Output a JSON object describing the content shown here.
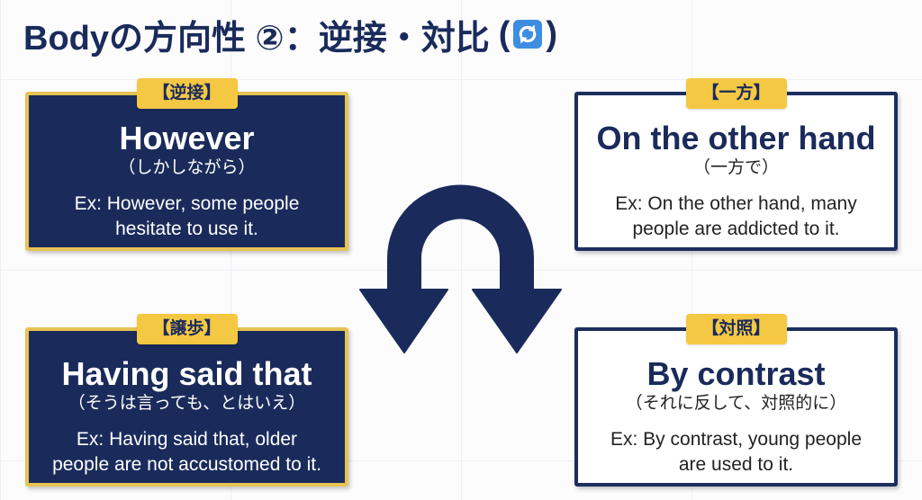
{
  "title": {
    "text": "Bodyの方向性 ②：逆接・対比",
    "paren_open": "(",
    "paren_close": ")",
    "icon": "repeat-icon",
    "icon_color": "#3d8de0"
  },
  "colors": {
    "navy": "#1a2b5b",
    "tag_yellow": "#f5c843",
    "dark_card_border": "#e6c352",
    "light_card_border": "#1d2e5e"
  },
  "center_arrow": {
    "icon": "u-turn-arrow-icon",
    "color": "#1a2b5b"
  },
  "cards": [
    {
      "tag": "【逆接】",
      "heading": "However",
      "reading": "（しかしながら）",
      "example": [
        "Ex: However, some people",
        "hesitate to use it."
      ]
    },
    {
      "tag": "【一方】",
      "heading": "On the other hand",
      "reading": "（一方で）",
      "example": [
        "Ex: On the other hand, many",
        "people are addicted to it."
      ]
    },
    {
      "tag": "【譲歩】",
      "heading": "Having said that",
      "reading": "（そうは言っても、とはいえ）",
      "example": [
        "Ex: Having said that, older",
        "people are not accustomed to it."
      ]
    },
    {
      "tag": "【対照】",
      "heading": "By contrast",
      "reading": "（それに反して、対照的に）",
      "example": [
        "Ex: By contrast, young people",
        "are used to it."
      ]
    }
  ]
}
